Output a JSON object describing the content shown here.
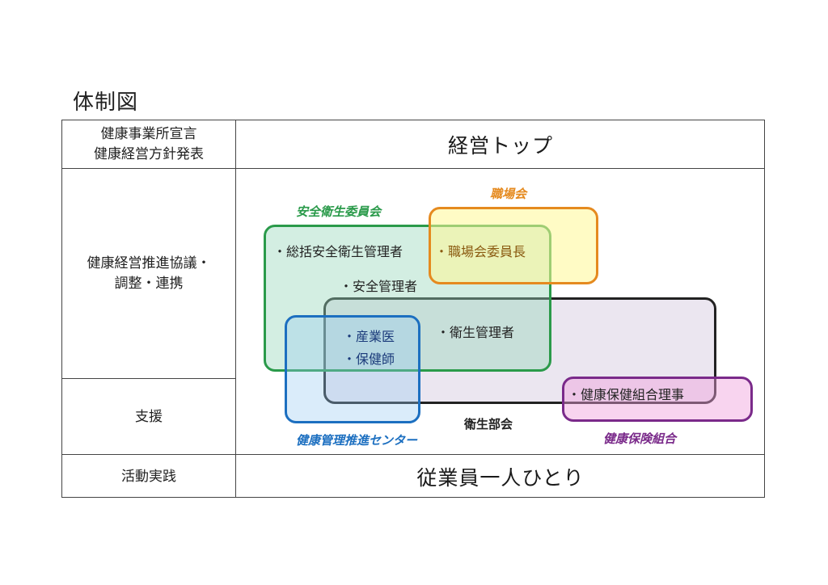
{
  "title": "体制図",
  "rows": [
    {
      "left": [
        "健康事業所宣言",
        "健康経営方針発表"
      ],
      "right": "経営トップ"
    },
    {
      "left": [
        "健康経営推進協議・",
        "調整・連携"
      ]
    },
    {
      "left": [
        "支援"
      ]
    },
    {
      "left": [
        "活動実践"
      ],
      "right": "従業員一人ひとり"
    }
  ],
  "groups": {
    "safety_committee": {
      "label": "安全衛生委員会",
      "color": "#2a9a4a"
    },
    "workplace_council": {
      "label": "職場会",
      "color": "#e58a1f"
    },
    "health_dept": {
      "label": "衛生部会",
      "color": "#222222"
    },
    "health_center": {
      "label": "健康管理推進センター",
      "color": "#1c6fc0"
    },
    "insurance_union": {
      "label": "健康保険組合",
      "color": "#7a2a8a"
    }
  },
  "members": {
    "general_manager": "・総括安全衛生管理者",
    "council_chair": "・職場会委員長",
    "safety_manager": "・安全管理者",
    "health_manager": "・衛生管理者",
    "doctor": "・産業医",
    "nurse": "・保健師",
    "union_director": "・健康保健組合理事"
  }
}
